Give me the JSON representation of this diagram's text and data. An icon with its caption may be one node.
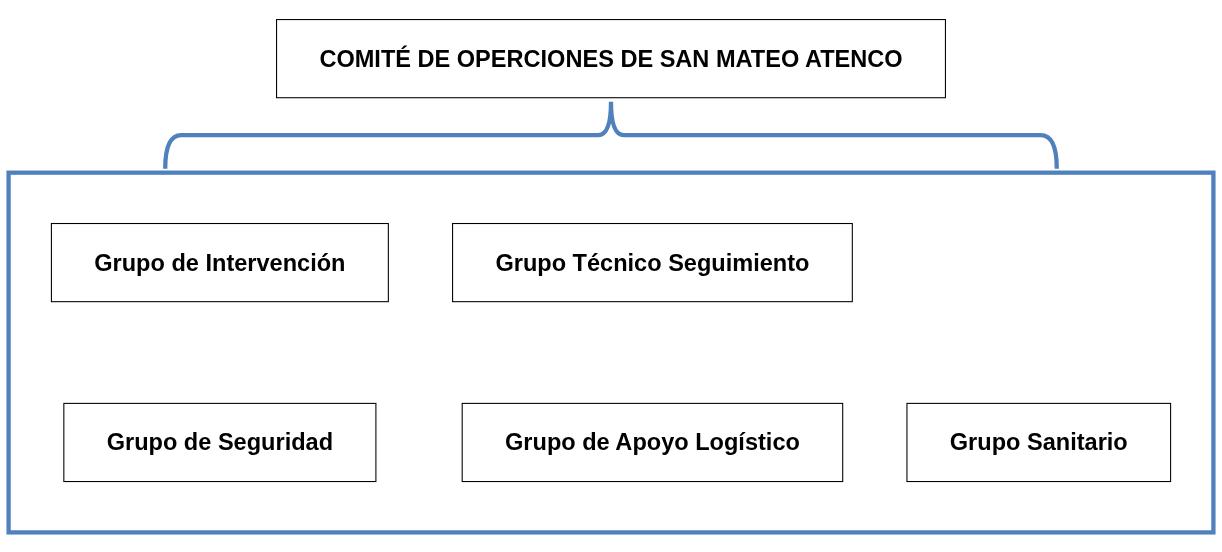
{
  "diagram": {
    "nodes": [
      {
        "text": [
          "COMITÉ DE OPERCIONES DE SAN MATEO ATENCO"
        ]
      },
      {
        "text": [],
        "shape": "box"
      },
      {
        "text": [
          "Grupo de Intervención"
        ],
        "in": 1
      },
      {
        "text": [
          "Grupo Sanitario"
        ],
        "in": 1
      },
      {
        "text": [
          "Grupo Técnico Seguimiento"
        ],
        "in": 1
      },
      {
        "text": [
          "Grupo de Seguridad"
        ],
        "in": 1
      },
      {
        "text": [
          "Grupo de Apoyo Logístico"
        ],
        "in": 1
      }
    ]
  }
}
